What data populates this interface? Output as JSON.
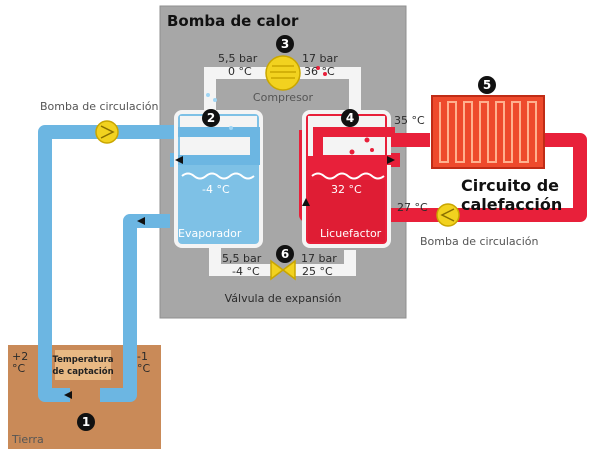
{
  "title": "Bomba de calor",
  "compressor": {
    "label": "Compresor",
    "left_pressure": "5,5 bar",
    "left_temp": "0 °C",
    "right_pressure": "17 bar",
    "right_temp": "36 °C",
    "badge": "3"
  },
  "evaporator": {
    "label": "Evaporador",
    "temp": "-4 °C",
    "badge": "2"
  },
  "condenser": {
    "label": "Licuefactor",
    "temp": "32 °C",
    "badge": "4"
  },
  "valve": {
    "label": "Válvula de expansión",
    "left_pressure": "5,5 bar",
    "left_temp": "-4 °C",
    "right_pressure": "17 bar",
    "right_temp": "25 °C",
    "badge": "6"
  },
  "heating": {
    "badge": "5",
    "supply_temp": "35 °C",
    "return_temp": "27 °C",
    "circuit_line1": "Circuito de",
    "circuit_line2": "calefacción",
    "pump_label": "Bomba de circulación"
  },
  "ground": {
    "pump_label": "Bomba de circulación",
    "left_temp_value": "+2",
    "left_temp_unit": "°C",
    "right_temp_value": "-1",
    "right_temp_unit": "°C",
    "capture_line1": "Temperatura",
    "capture_line2": "de captación",
    "badge": "1",
    "label": "Tierra"
  },
  "colors": {
    "cold": "#6cb6e2",
    "hot": "#e8203a",
    "box": "#a7a7a7",
    "ground": "#c98a58",
    "pump": "#f2d21f"
  }
}
